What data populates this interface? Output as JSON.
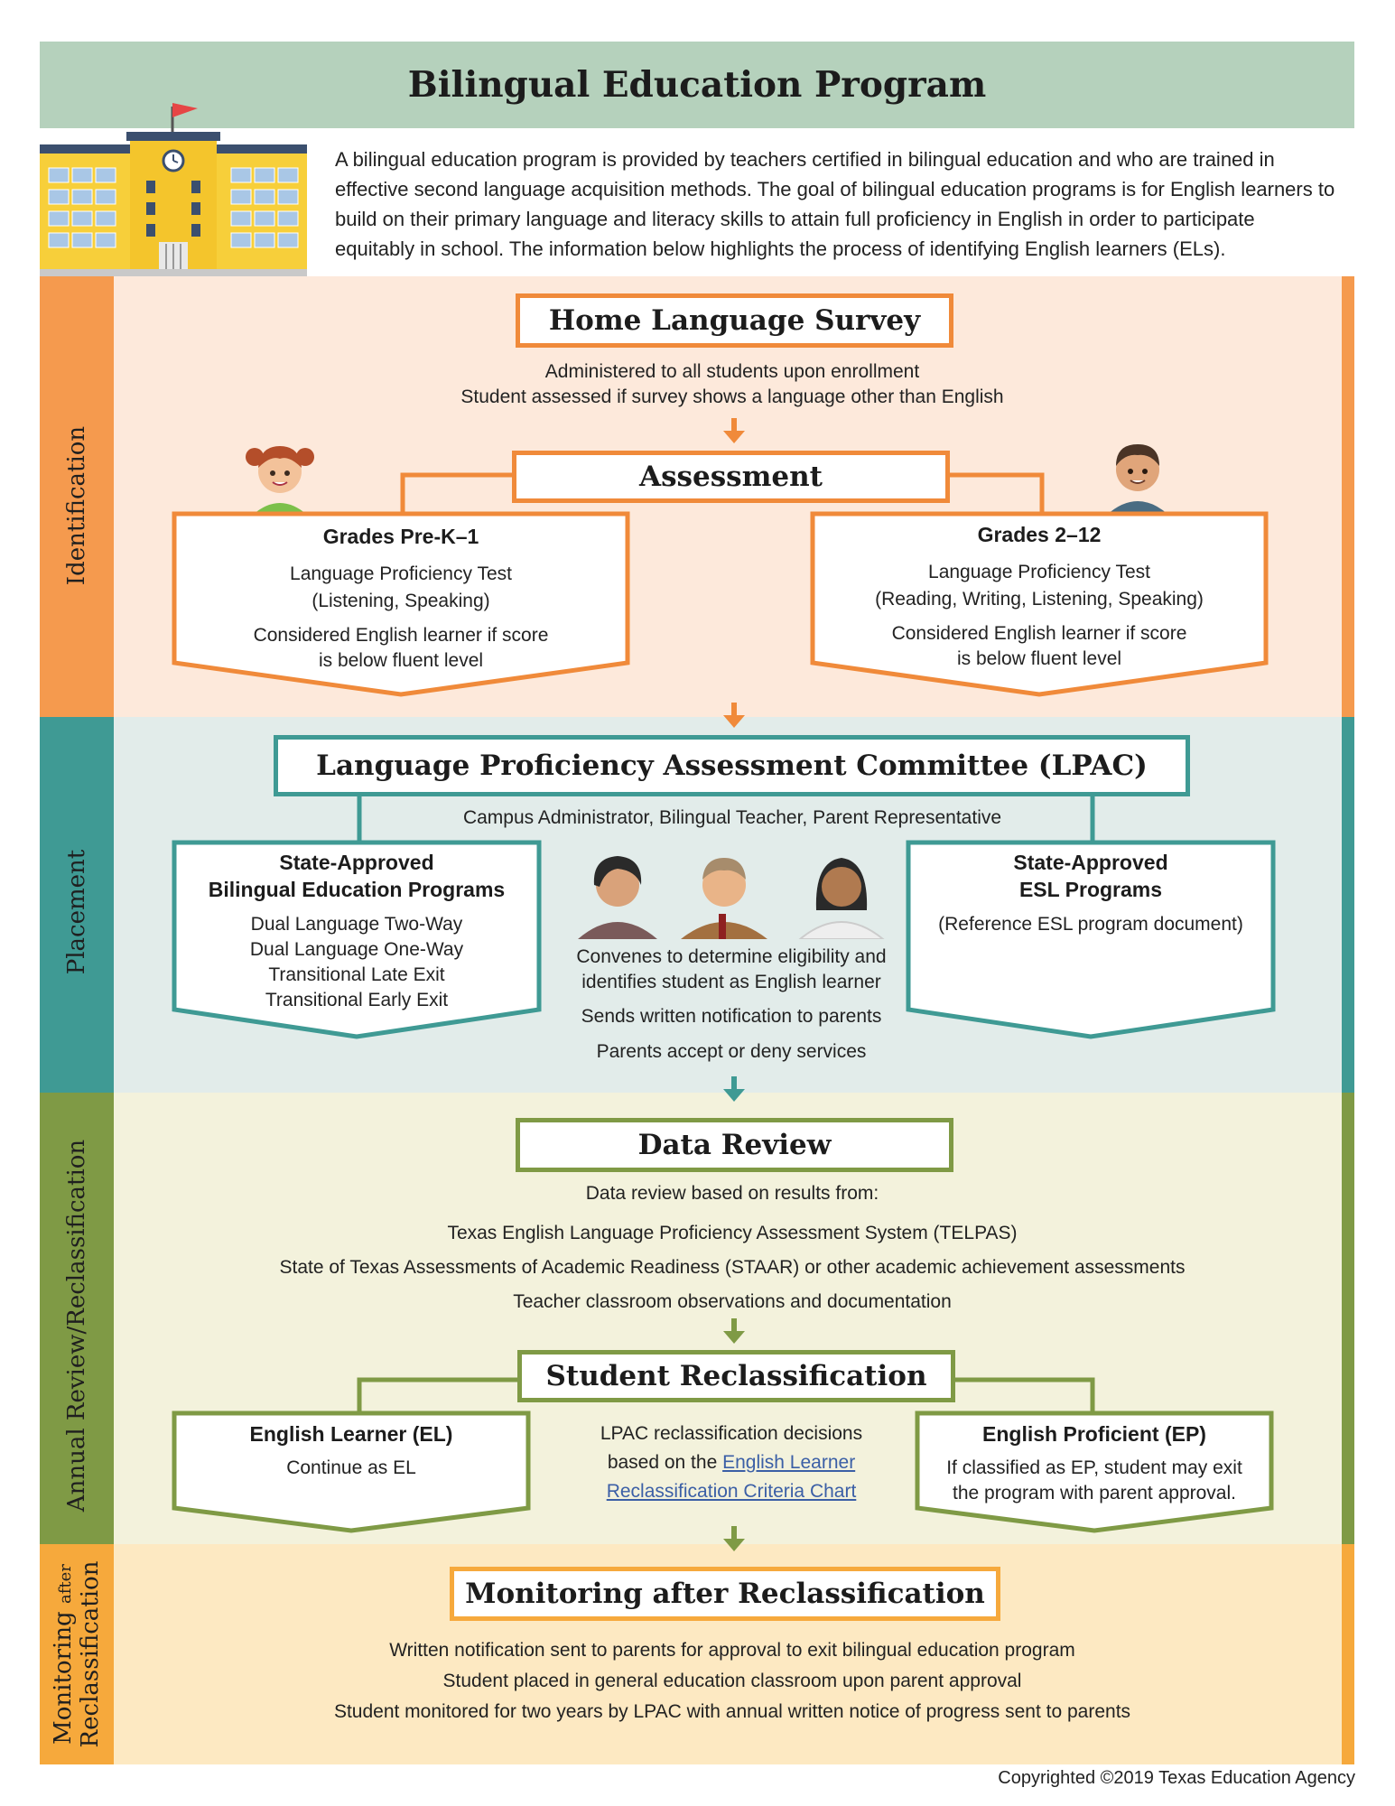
{
  "header": {
    "title": "Bilingual Education Program",
    "intro": "A bilingual education program is provided by teachers certified in bilingual education and who are trained in effective second language acquisition methods. The goal of bilingual education programs is for English learners to build on their primary language and literacy skills to attain full proficiency in English in order to participate equitably in school. The information below highlights the process of identifying English learners (ELs)."
  },
  "identification": {
    "label": "Identification",
    "color": "#f59a4e",
    "bg": "#fde9db",
    "home_survey": {
      "title": "Home Language Survey",
      "line1": "Administered to all students upon enrollment",
      "line2": "Student assessed if survey shows a language other than English"
    },
    "assessment": {
      "title": "Assessment"
    },
    "left": {
      "title": "Grades Pre-K–1",
      "test": "Language Proficiency Test",
      "skills": "(Listening, Speaking)",
      "note1": "Considered English learner if score",
      "note2": "is below fluent level"
    },
    "right": {
      "title": "Grades 2–12",
      "test": "Language Proficiency Test",
      "skills": "(Reading, Writing, Listening, Speaking)",
      "note1": "Considered English learner if score",
      "note2": "is below fluent level"
    }
  },
  "placement": {
    "label": "Placement",
    "color": "#3f9a94",
    "bg": "#e2ecea",
    "lpac": {
      "title": "Language Proficiency Assessment Committee (LPAC)",
      "members": "Campus Administrator, Bilingual Teacher, Parent Representative"
    },
    "left": {
      "title1": "State-Approved",
      "title2": "Bilingual Education Programs",
      "items": [
        "Dual Language Two-Way",
        "Dual Language One-Way",
        "Transitional Late Exit",
        "Transitional Early Exit"
      ]
    },
    "center": {
      "line1": "Convenes to determine eligibility and",
      "line2": "identifies student as English learner",
      "line3": "Sends written notification to parents",
      "line4": "Parents accept or deny services"
    },
    "right": {
      "title1": "State-Approved",
      "title2": "ESL Programs",
      "note": "(Reference ESL program document)"
    }
  },
  "review": {
    "label": "Annual Review/Reclassification",
    "color": "#7f9a45",
    "bg": "#f3f2dc",
    "data_review": {
      "title": "Data Review",
      "intro": "Data review based on results from:",
      "item1": "Texas English Language Proficiency Assessment System (TELPAS)",
      "item2": "State of Texas Assessments of Academic Readiness (STAAR) or other academic achievement assessments",
      "item3": "Teacher classroom observations and documentation"
    },
    "reclass": {
      "title": "Student Reclassification"
    },
    "left": {
      "title": "English Learner (EL)",
      "note": "Continue as EL"
    },
    "center": {
      "line1": "LPAC reclassification decisions",
      "line2_prefix": "based on the ",
      "link1": "English Learner",
      "link2": "Reclassification Criteria Chart"
    },
    "right": {
      "title": "English Proficient (EP)",
      "note1": "If classified as EP, student may exit",
      "note2": "the program with parent approval."
    }
  },
  "monitoring": {
    "label1": "Monitoring after",
    "label_small": "after",
    "label_big": "Monitoring",
    "label2": "Reclassification",
    "color": "#f6a93c",
    "bg": "#fde9c2",
    "title": "Monitoring after Reclassification",
    "line1": "Written notification sent to parents for approval to exit bilingual education program",
    "line2": "Student placed in general education classroom upon parent approval",
    "line3": "Student monitored for two years by LPAC with annual written notice of progress sent to parents"
  },
  "copyright": "Copyrighted ©2019 Texas Education Agency"
}
